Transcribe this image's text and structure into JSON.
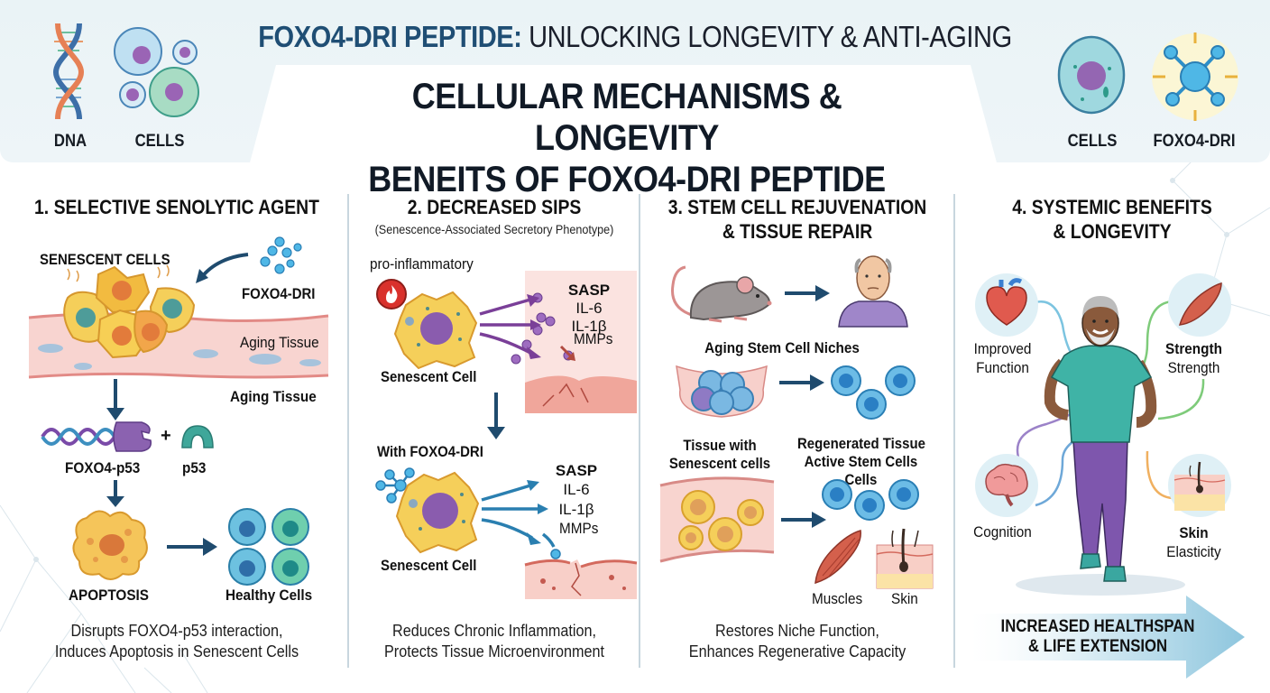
{
  "header": {
    "top_title_highlight": "FOXO4-DRI PEPTIDE:",
    "top_title_rest": " UNLOCKING LONGEVITY & ANTI-AGING",
    "main_title_line1": "CELLULAR MECHANISMS & LONGEVITY",
    "main_title_line2": "BENEITS OF FOXO4-DRI PEPTIDE",
    "icons_left": [
      {
        "icon": "dna-icon",
        "label": "DNA"
      },
      {
        "icon": "cells-icon",
        "label": "CELLS"
      }
    ],
    "icons_right": [
      {
        "icon": "cell-icon",
        "label": "CELLS"
      },
      {
        "icon": "molecule-icon",
        "label": "FOXO4-DRI"
      }
    ]
  },
  "sections": [
    {
      "title": "1. SELECTIVE SENOLYTIC AGENT",
      "labels": {
        "senescent_cells": "SENESCENT CELLS",
        "foxo4_dri": "FOXO4-DRI",
        "aging_tissue_inner": "Aging Tissue",
        "aging_tissue_outer": "Aging Tissue",
        "foxo4_p53": "FOXO4-p53",
        "plus": "+",
        "p53": "p53",
        "apoptosis": "APOPTOSIS",
        "healthy_cells": "Healthy Cells"
      },
      "caption_line1": "Disrupts FOXO4-p53 interaction,",
      "caption_line2": "Induces Apoptosis in Senescent Cells"
    },
    {
      "title": "2. DECREASED SIPS",
      "subtitle": "(Senescence-Associated Secretory Phenotype)",
      "labels": {
        "pro_inflammatory": "pro-inflammatory",
        "senescent_cell_top": "Senescent Cell",
        "sasp_top": "SASP",
        "il6_top": "IL-6",
        "il1b_top": "IL-1β",
        "mmps_top": "MMPs",
        "with_foxo4": "With FOXO4-DRI",
        "senescent_cell_bottom": "Senescent Cell",
        "sasp_bottom": "SASP",
        "il6_bottom": "IL-6",
        "il1b_bottom": "IL-1β",
        "mmps_bottom": "MMPs"
      },
      "caption_line1": "Reduces Chronic Inflammation,",
      "caption_line2": "Protects Tissue Microenvironment"
    },
    {
      "title_line1": "3. STEM CELL REJUVENATION",
      "title_line2": "& TISSUE REPAIR",
      "labels": {
        "aging_niches": "Aging Stem Cell Niches",
        "tissue_with_line1": "Tissue with",
        "tissue_with_line2": "Senescent cells",
        "regen_line1": "Regenerated Tissue",
        "regen_line2": "Active Stem Cells",
        "regen_line3": "Cells",
        "muscles": "Muscles",
        "skin": "Skin"
      },
      "caption_line1": "Restores Niche Function,",
      "caption_line2": "Enhances Regenerative Capacity"
    },
    {
      "title_line1": "4. SYSTEMIC BENEFITS",
      "title_line2": "& LONGEVITY",
      "benefits": {
        "heart_line1": "Improved",
        "heart_line2": "Function",
        "muscle_line1": "Strength",
        "muscle_line2": "Strength",
        "brain_line1": "Cognition",
        "skin_line1": "Skin",
        "skin_line2": "Elasticity"
      },
      "banner_line1": "INCREASED HEALTHSPAN",
      "banner_line2": "& LIFE EXTENSION"
    }
  ],
  "colors": {
    "header_bg": "#eaf3f6",
    "title_blue": "#1f4e74",
    "arrow_navy": "#1f4b6e",
    "purple_arrow": "#7a3f98",
    "teal_arrow": "#2a7fb0",
    "divider": "#c8d6de",
    "banner_blue": "#9fcfe2"
  }
}
